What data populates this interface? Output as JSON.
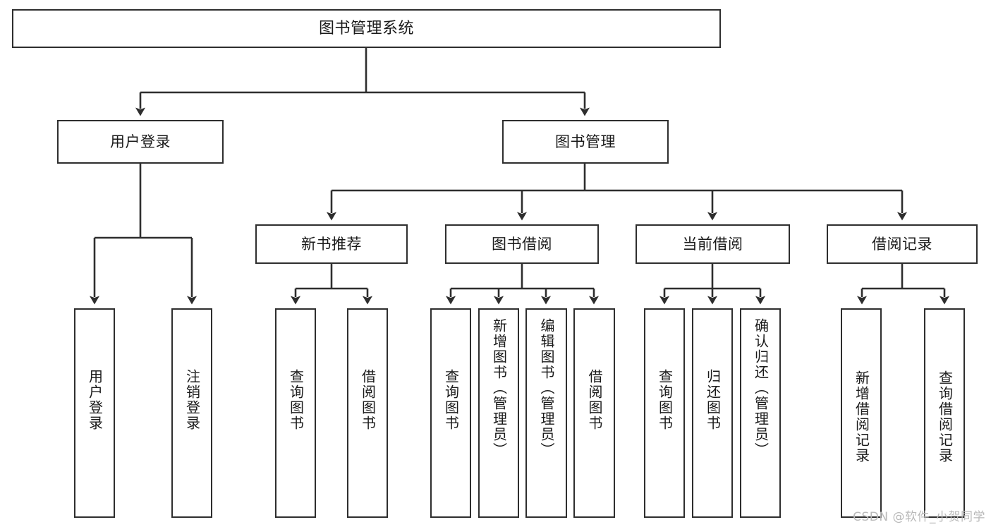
{
  "diagram": {
    "title": "图书管理系统",
    "type": "tree",
    "stroke_color": "#2e2e2e",
    "fill_color": "#ffffff",
    "text_color": "#1a1a1a",
    "watermark": "CSDN @软件_小贺同学",
    "nodes": {
      "root": {
        "label": "图书管理系统"
      },
      "level2": [
        {
          "id": "user-login",
          "label": "用户登录"
        },
        {
          "id": "book-manage",
          "label": "图书管理"
        }
      ],
      "level3": [
        {
          "id": "new-book-recommend",
          "label": "新书推荐"
        },
        {
          "id": "book-borrow",
          "label": "图书借阅"
        },
        {
          "id": "current-borrow",
          "label": "当前借阅"
        },
        {
          "id": "borrow-record",
          "label": "借阅记录"
        }
      ],
      "leaves": {
        "user_login": [
          {
            "id": "leaf-user-login",
            "label": "用户登录"
          },
          {
            "id": "leaf-logout",
            "label": "注销登录"
          }
        ],
        "new_book_recommend": [
          {
            "id": "leaf-query-book-1",
            "label": "查询图书"
          },
          {
            "id": "leaf-borrow-book-1",
            "label": "借阅图书"
          }
        ],
        "book_borrow": [
          {
            "id": "leaf-query-book-2",
            "label": "查询图书"
          },
          {
            "id": "leaf-add-book",
            "label": "新增图书（管理员）"
          },
          {
            "id": "leaf-edit-book",
            "label": "编辑图书（管理员）"
          },
          {
            "id": "leaf-borrow-book-2",
            "label": "借阅图书"
          }
        ],
        "current_borrow": [
          {
            "id": "leaf-query-book-3",
            "label": "查询图书"
          },
          {
            "id": "leaf-return-book",
            "label": "归还图书"
          },
          {
            "id": "leaf-confirm-return",
            "label": "确认归还（管理员）"
          }
        ],
        "borrow_record": [
          {
            "id": "leaf-add-record",
            "label": "新增借阅记录"
          },
          {
            "id": "leaf-query-record",
            "label": "查询借阅记录"
          }
        ]
      }
    }
  }
}
